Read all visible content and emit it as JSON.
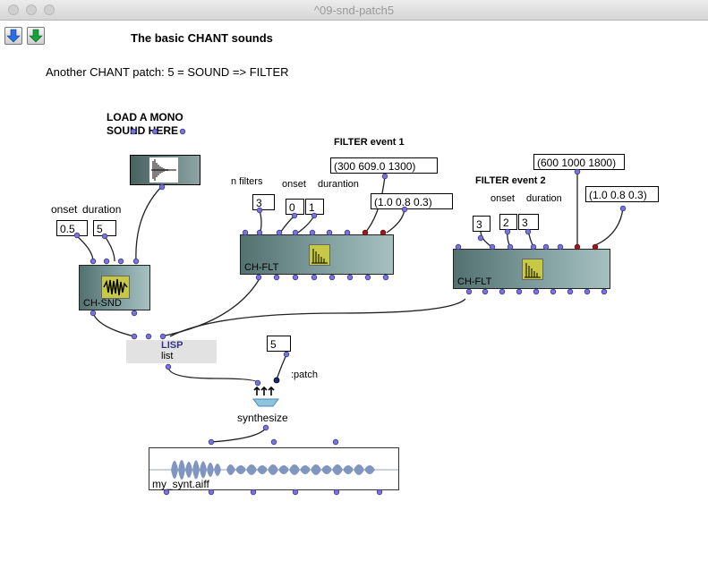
{
  "window": {
    "title": "^09-snd-patch5"
  },
  "nav": {
    "down_icon": "arrow-down-icon",
    "green_icon": "arrow-down-green-icon"
  },
  "header": {
    "title": "The basic CHANT sounds",
    "description": "Another CHANT patch: 5 = SOUND => FILTER"
  },
  "load_note": {
    "line1": "LOAD A MONO",
    "line2": "SOUND HERE"
  },
  "labels": {
    "onset1": "onset",
    "duration1": "duration",
    "nfilters": "n filters",
    "onset2": "onset",
    "duration2": "durantion",
    "filter_event1": "FILTER event 1",
    "filter_event2": "FILTER event 2",
    "onset3": "onset",
    "duration3": "duration",
    "patch_keyword": ":patch"
  },
  "values": {
    "onset1": "0.5",
    "duration1": "5",
    "nfilters1": "3",
    "onset2": "0",
    "duration2": "1",
    "freqs1": "(300 609.0 1300)",
    "amps1": "(1.0 0.8 0.3)",
    "nfilters2": "3",
    "onset3": "2",
    "duration3": "3",
    "freqs2": "(600 1000 1800)",
    "amps2": "(1.0 0.8 0.3)",
    "patch_num": "5"
  },
  "boxes": {
    "ch_snd": "CH-SND",
    "ch_flt1": "CH-FLT",
    "ch_flt2": "CH-FLT",
    "lisp_tag": "LISP",
    "lisp_fn": "list",
    "synth": "synthesize",
    "sound_file": "my_synt.aiff"
  },
  "colors": {
    "box_dark": "#52716f",
    "box_light": "#a6c0c0",
    "port": "#7a74d8",
    "red_port": "#a01818",
    "wave": "#8096c0"
  }
}
